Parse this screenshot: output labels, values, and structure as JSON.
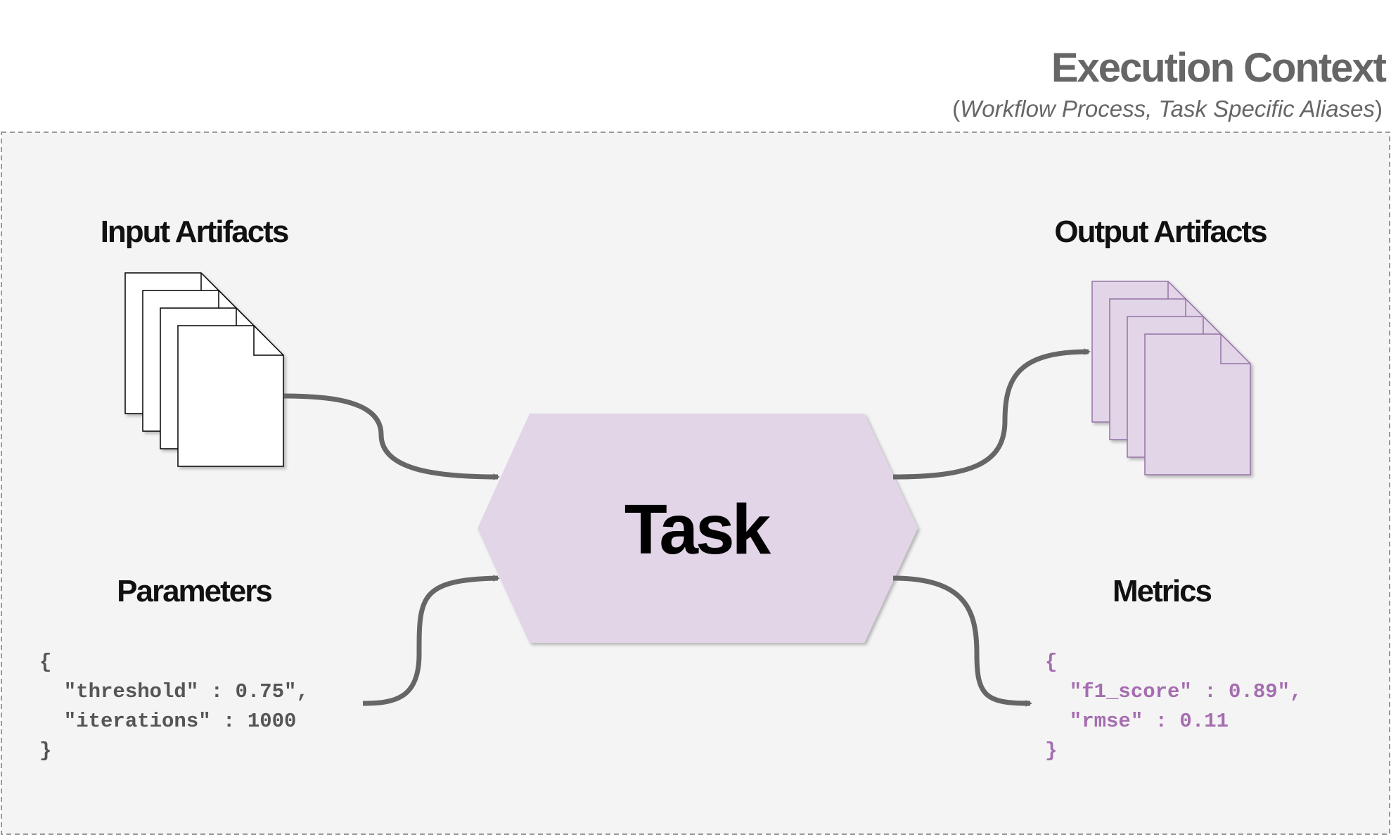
{
  "context": {
    "title": "Execution Context",
    "subtitle_open": "(",
    "subtitle_italic": "Workflow Process, Task Specific Aliases",
    "subtitle_close": ")"
  },
  "task": {
    "label": "Task"
  },
  "inputs": {
    "artifacts_heading": "Input Artifacts",
    "parameters_heading": "Parameters",
    "parameters_code": [
      "{",
      "  \"threshold\" : 0.75\",",
      "  \"iterations\" : 1000",
      "}"
    ]
  },
  "outputs": {
    "artifacts_heading": "Output Artifacts",
    "metrics_heading": "Metrics",
    "metrics_code": [
      "{",
      "  \"f1_score\" : 0.89\",",
      "  \"rmse\" : 0.11",
      "}"
    ]
  },
  "colors": {
    "background": "#f4f4f4",
    "border": "#999999",
    "task_fill": "#e1d5e7",
    "output_doc_fill": "#e1d5e7",
    "output_doc_stroke": "#9673a6",
    "arrow": "#666666",
    "code_input": "#555555",
    "code_output": "#a56db0",
    "title": "#666666"
  },
  "icons": {
    "input_artifacts": "document-stack-icon",
    "output_artifacts": "document-stack-icon"
  }
}
